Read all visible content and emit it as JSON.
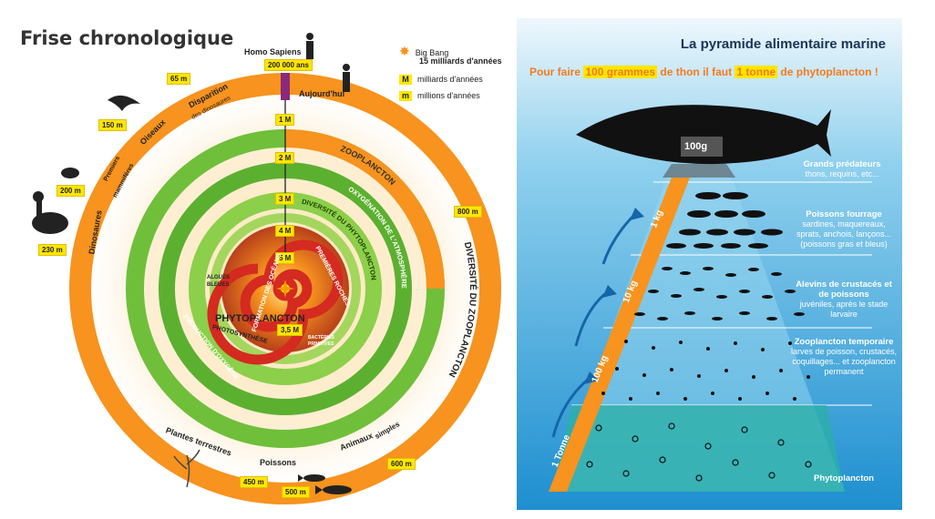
{
  "timeline": {
    "title": "Frise chronologique",
    "homo_sapiens": "Homo Sapiens",
    "homo_sapiens_age": "200 000 ans",
    "today": "Aujourd'hui",
    "legend": {
      "big_bang": "Big Bang",
      "big_bang_age": "15 milliards d'années",
      "M_symbol": "M",
      "M_text": "milliards d'années",
      "m_symbol": "m",
      "m_text": "millions d'années"
    },
    "outer_ring": {
      "disparition": "Disparition",
      "disparition_sub": "des dinosaures",
      "oiseaux": "Oiseaux",
      "premiers": "Premiers",
      "mammiferes": "mammifères",
      "dinosaures": "Dinosaures",
      "plantes": "Plantes terrestres",
      "poissons": "Poissons",
      "animaux": "Animaux",
      "simples": "simples",
      "diversite_zoo": "DIVERSITÉ DU ZOOPLANCTON"
    },
    "tags": {
      "t65": "65 m",
      "t150": "150 m",
      "t200": "200 m",
      "t230": "230 m",
      "t450": "450 m",
      "t500": "500 m",
      "t600": "600 m",
      "t800": "800 m",
      "t1M": "1 M",
      "t2M": "2 M",
      "t3M": "3 M",
      "t4M": "4 M",
      "t5M": "5 M",
      "t35M": "3,5 M"
    },
    "rings": {
      "zooplancton": "ZOOPLANCTON",
      "oxygenation": "OXYGÉNATION DE L'ATMOSPHÈRE",
      "production": "PRODUCTION D'OXYGÈNE",
      "diversite_phyto": "DIVERSITÉ DU PHYTOPLANCTON",
      "phytoplancton": "PHYTOPLANCTON",
      "photosynthese": "PHOTOSYNTHÈSE",
      "algues": "ALGUES",
      "bleues": "BLEUES",
      "formation": "FORMATION DES OCÉANS",
      "roches": "PREMIÈRES ROCHES",
      "bacteries": "BACTÉRIES",
      "primitives": "PRIMITIVES"
    }
  },
  "pyramid": {
    "title": "La pyramide alimentaire marine",
    "subtitle_pre": "Pour faire ",
    "subtitle_hl1": "100 grammes",
    "subtitle_mid": " de thon il faut ",
    "subtitle_hl2": "1 tonne",
    "subtitle_post": " de phytoplancton !",
    "apex": "100g",
    "levels": [
      {
        "weight": "1 kg",
        "title": "Grands prédateurs",
        "desc": "thons, requins, etc..."
      },
      {
        "weight": "10 kg",
        "title": "Poissons fourrage",
        "desc": "sardines, maquereaux, sprats, anchois, lançons... (poissons gras et bleus)"
      },
      {
        "weight": "100 kg",
        "title": "Alevins de crustacés et de poissons",
        "desc": "juvéniles, après le stade larvaire"
      },
      {
        "weight": "1 Tonne",
        "title": "Zooplancton temporaire",
        "desc": "larves de poisson, crustacés, coquillages... et zooplancton permanent"
      },
      {
        "weight": "",
        "title": "Phytoplancton",
        "desc": ""
      }
    ]
  },
  "colors": {
    "orange": "#f7931e",
    "green": "#6fbf3a",
    "red": "#d42a20",
    "yellow": "#ffe600",
    "sea": "#3aa6d6"
  }
}
